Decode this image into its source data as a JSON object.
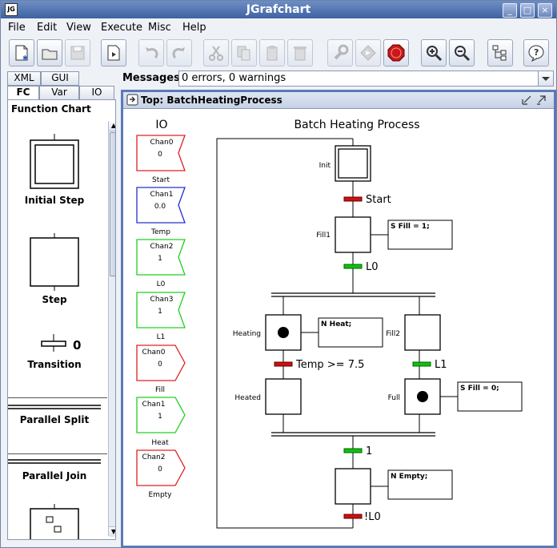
{
  "window": {
    "title": "JGrafchart",
    "icon_text": "JG",
    "controls": {
      "minimize": "_",
      "maximize": "□",
      "close": "×"
    }
  },
  "menu": [
    "File",
    "Edit",
    "View",
    "Execute",
    "Misc",
    "Help"
  ],
  "toolbar_icons": [
    "new-file",
    "open-folder",
    "save",
    "new-workspace",
    "undo",
    "redo",
    "cut",
    "copy",
    "paste",
    "delete",
    "compile",
    "execute",
    "stop",
    "zoom-in",
    "zoom-out",
    "hierarchy",
    "help"
  ],
  "tabs": {
    "row1": [
      "XML",
      "GUI"
    ],
    "row2": [
      "FC",
      "Var",
      "IO"
    ],
    "selected": "FC"
  },
  "palette": {
    "title": "Function Chart",
    "items": [
      "Initial Step",
      "Step",
      "Transition",
      "Parallel Split",
      "Parallel Join"
    ],
    "transition_value": "0"
  },
  "messages": {
    "label": "Messages:",
    "value": "0 errors, 0 warnings"
  },
  "workspace": {
    "title": "Top: BatchHeatingProcess",
    "chart_title": "Batch Heating Process",
    "io_header": "IO",
    "io_items": [
      {
        "chan": "Chan0",
        "value": "0",
        "name": "Start",
        "kind": "in",
        "color": "#e02020"
      },
      {
        "chan": "Chan1",
        "value": "0.0",
        "name": "Temp",
        "kind": "in",
        "color": "#2030d0"
      },
      {
        "chan": "Chan2",
        "value": "1",
        "name": "L0",
        "kind": "in",
        "color": "#20d020"
      },
      {
        "chan": "Chan3",
        "value": "1",
        "name": "L1",
        "kind": "in",
        "color": "#20d020"
      },
      {
        "chan": "Chan0",
        "value": "0",
        "name": "Fill",
        "kind": "out",
        "color": "#e02020"
      },
      {
        "chan": "Chan1",
        "value": "1",
        "name": "Heat",
        "kind": "out",
        "color": "#20d020"
      },
      {
        "chan": "Chan2",
        "value": "0",
        "name": "Empty",
        "kind": "out",
        "color": "#e02020"
      }
    ],
    "steps": {
      "init": "Init",
      "fill1": "Fill1",
      "heating": "Heating",
      "fill2": "Fill2",
      "heated": "Heated",
      "full": "Full"
    },
    "actions": {
      "fill1": "S Fill = 1;",
      "heating": "N Heat;",
      "full": "S Fill = 0;",
      "empty": "N Empty;"
    },
    "transitions": {
      "start": "Start",
      "l0": "L0",
      "temp": "Temp >= 7.5",
      "l1": "L1",
      "one": "1",
      "notl0": "!L0"
    },
    "colors": {
      "trans_red": "#cc1010",
      "trans_green": "#10c010"
    }
  }
}
